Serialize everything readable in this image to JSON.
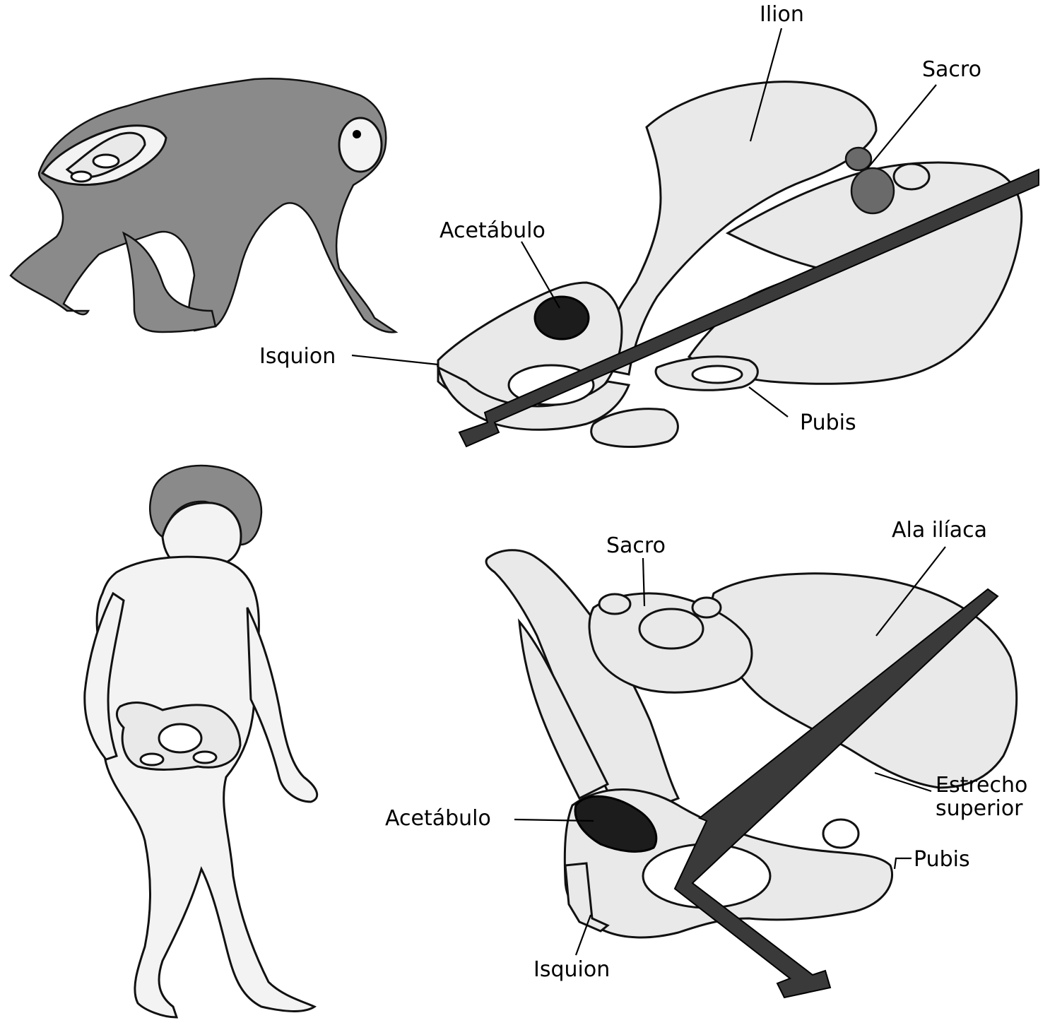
{
  "labels": {
    "chimp_ilion": "Ilion",
    "chimp_sacro": "Sacro",
    "chimp_acetabulo": "Acetábulo",
    "chimp_isquion": "Isquion",
    "chimp_pubis": "Pubis",
    "human_sacro": "Sacro",
    "human_ala_iliaca": "Ala ilíaca",
    "human_estrecho_line1": "Estrecho",
    "human_estrecho_line2": "superior",
    "human_acetabulo": "Acetábulo",
    "human_pubis": "Pubis",
    "human_isquion": "Isquion"
  }
}
